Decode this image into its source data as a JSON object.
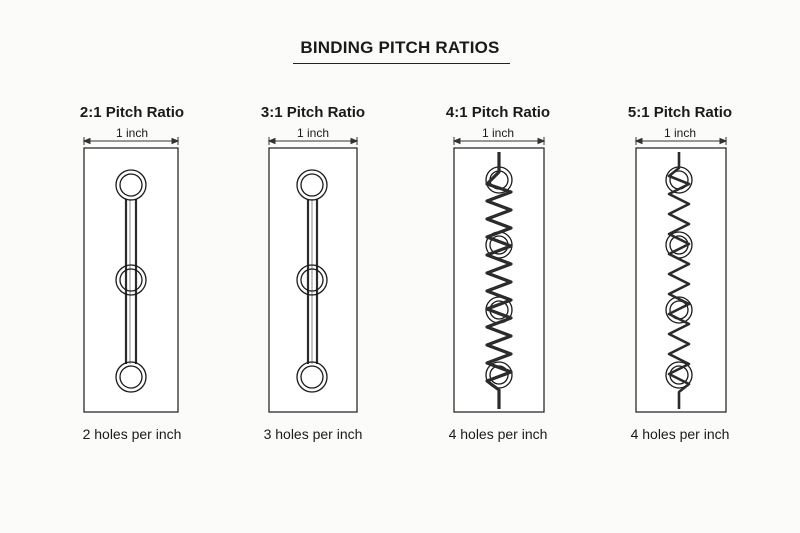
{
  "title": "BINDING PITCH RATIOS",
  "colors": {
    "ink": "#1a1a1a",
    "wire": "#2b2b2b",
    "wire_dark": "#4a4a4a",
    "card": "#ffffff"
  },
  "panels": [
    {
      "heading": "2:1 Pitch Ratio",
      "dimension": "1 inch",
      "caption": "2 holes per inch",
      "hole_count": 3,
      "binding": "twin-loop"
    },
    {
      "heading": "3:1 Pitch Ratio",
      "dimension": "1 inch",
      "caption": "3 holes per inch",
      "hole_count": 3,
      "binding": "twin-loop"
    },
    {
      "heading": "4:1 Pitch Ratio",
      "dimension": "1 inch",
      "caption": "4 holes per inch",
      "hole_count": 4,
      "binding": "coil"
    },
    {
      "heading": "5:1 Pitch Ratio",
      "dimension": "1 inch",
      "caption": "4 holes per inch",
      "hole_count": 4,
      "binding": "coil"
    }
  ]
}
